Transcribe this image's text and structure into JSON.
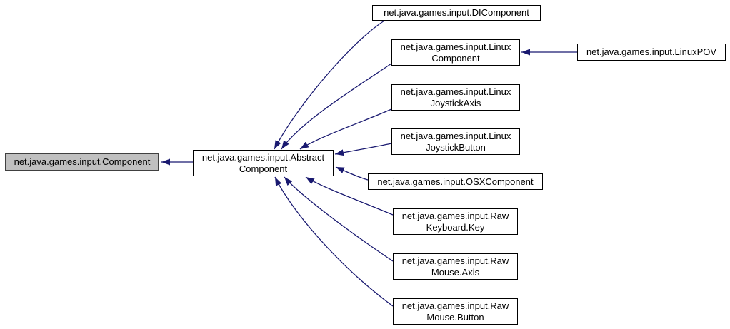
{
  "diagram": {
    "kind": "class-inheritance-graph",
    "colors": {
      "arrow": "#191970",
      "node_fill": "#ffffff",
      "node_border": "#000000",
      "highlight_fill": "#c0c0c0",
      "highlight_border": "#404040",
      "background": "#ffffff"
    },
    "nodes": {
      "component": {
        "label": "net.java.games.input.Component",
        "lines": [
          "net.java.games.input.Component"
        ],
        "highlighted": true
      },
      "abstract_component": {
        "label": "net.java.games.input.AbstractComponent",
        "lines": [
          "net.java.games.input.Abstract",
          "Component"
        ],
        "highlighted": false
      },
      "di_component": {
        "label": "net.java.games.input.DIComponent",
        "lines": [
          "net.java.games.input.DIComponent"
        ],
        "highlighted": false
      },
      "linux_component": {
        "label": "net.java.games.input.LinuxComponent",
        "lines": [
          "net.java.games.input.Linux",
          "Component"
        ],
        "highlighted": false
      },
      "linux_pov": {
        "label": "net.java.games.input.LinuxPOV",
        "lines": [
          "net.java.games.input.LinuxPOV"
        ],
        "highlighted": false
      },
      "linux_joystick_axis": {
        "label": "net.java.games.input.LinuxJoystickAxis",
        "lines": [
          "net.java.games.input.Linux",
          "JoystickAxis"
        ],
        "highlighted": false
      },
      "linux_joystick_button": {
        "label": "net.java.games.input.LinuxJoystickButton",
        "lines": [
          "net.java.games.input.Linux",
          "JoystickButton"
        ],
        "highlighted": false
      },
      "osx_component": {
        "label": "net.java.games.input.OSXComponent",
        "lines": [
          "net.java.games.input.OSXComponent"
        ],
        "highlighted": false
      },
      "raw_keyboard_key": {
        "label": "net.java.games.input.RawKeyboard.Key",
        "lines": [
          "net.java.games.input.Raw",
          "Keyboard.Key"
        ],
        "highlighted": false
      },
      "raw_mouse_axis": {
        "label": "net.java.games.input.RawMouse.Axis",
        "lines": [
          "net.java.games.input.Raw",
          "Mouse.Axis"
        ],
        "highlighted": false
      },
      "raw_mouse_button": {
        "label": "net.java.games.input.RawMouse.Button",
        "lines": [
          "net.java.games.input.Raw",
          "Mouse.Button"
        ],
        "highlighted": false
      }
    },
    "edges": [
      {
        "from": "abstract_component",
        "to": "component",
        "relation": "inherits"
      },
      {
        "from": "di_component",
        "to": "abstract_component",
        "relation": "inherits"
      },
      {
        "from": "linux_component",
        "to": "abstract_component",
        "relation": "inherits"
      },
      {
        "from": "linux_pov",
        "to": "linux_component",
        "relation": "inherits"
      },
      {
        "from": "linux_joystick_axis",
        "to": "abstract_component",
        "relation": "inherits"
      },
      {
        "from": "linux_joystick_button",
        "to": "abstract_component",
        "relation": "inherits"
      },
      {
        "from": "osx_component",
        "to": "abstract_component",
        "relation": "inherits"
      },
      {
        "from": "raw_keyboard_key",
        "to": "abstract_component",
        "relation": "inherits"
      },
      {
        "from": "raw_mouse_axis",
        "to": "abstract_component",
        "relation": "inherits"
      },
      {
        "from": "raw_mouse_button",
        "to": "abstract_component",
        "relation": "inherits"
      }
    ]
  }
}
